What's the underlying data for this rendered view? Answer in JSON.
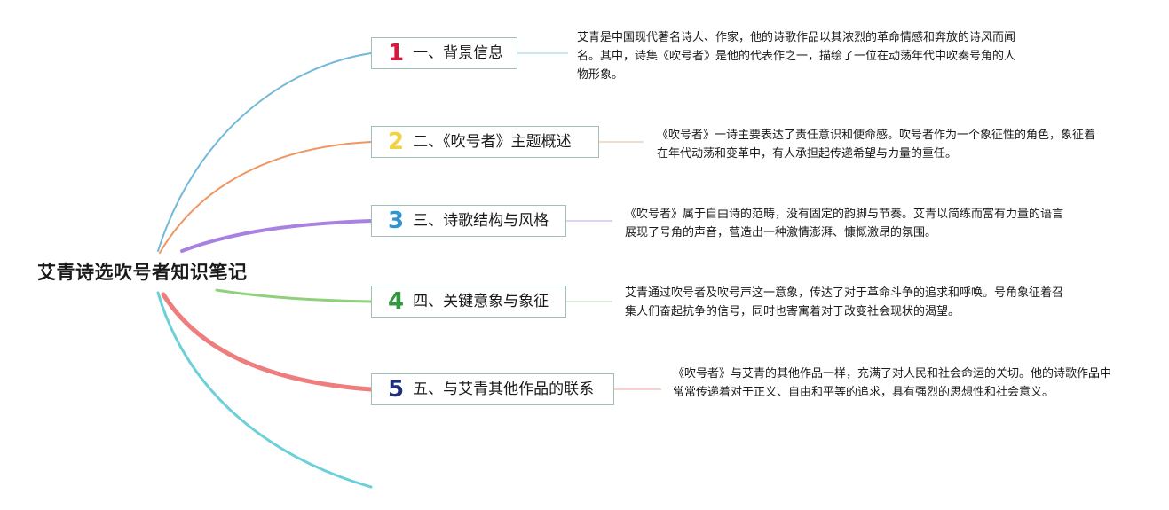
{
  "root": {
    "title": "艾青诗选吹号者知识笔记"
  },
  "branches": [
    {
      "number": "1",
      "label": "一、背景信息",
      "color": "#d8183c",
      "line_color": "#72b9d9",
      "note": "艾青是中国现代著名诗人、作家，他的诗歌作品以其浓烈的革命情感和奔放的诗风而闻名。其中，诗集《吹号者》是他的代表作之一，描绘了一位在动荡年代中吹奏号角的人物形象。"
    },
    {
      "number": "2",
      "label": "二、《吹号者》主题概述",
      "color": "#f2d142",
      "line_color": "#ef9660",
      "note": "《吹号者》一诗主要表达了责任意识和使命感。吹号者作为一个象征性的角色，象征着在年代动荡和变革中，有人承担起传递希望与力量的重任。"
    },
    {
      "number": "3",
      "label": "三、诗歌结构与风格",
      "color": "#2f95d0",
      "line_color": "#a981e0",
      "note": "《吹号者》属于自由诗的范畴，没有固定的韵脚与节奏。艾青以简练而富有力量的语言展现了号角的声音，营造出一种激情澎湃、慷慨激昂的氛围。"
    },
    {
      "number": "4",
      "label": "四、关键意象与象征",
      "color": "#2f9a3c",
      "line_color": "#8fd07a",
      "note": "艾青通过吹号者及吹号声这一意象，传达了对于革命斗争的追求和呼唤。号角象征着召集人们奋起抗争的信号，同时也寄寓着对于改变社会现状的渴望。"
    },
    {
      "number": "5",
      "label": "五、与艾青其他作品的联系",
      "color": "#1f2f7a",
      "line_color": "#ee7d7d",
      "note": "《吹号者》与艾青的其他作品一样，充满了对人民和社会命运的关切。他的诗歌作品中常常传递着对于正义、自由和平等的追求，具有强烈的思想性和社会意义。"
    }
  ],
  "extra_branch_color": "#6cd0d8",
  "box_border_color": "#9fbfb8"
}
